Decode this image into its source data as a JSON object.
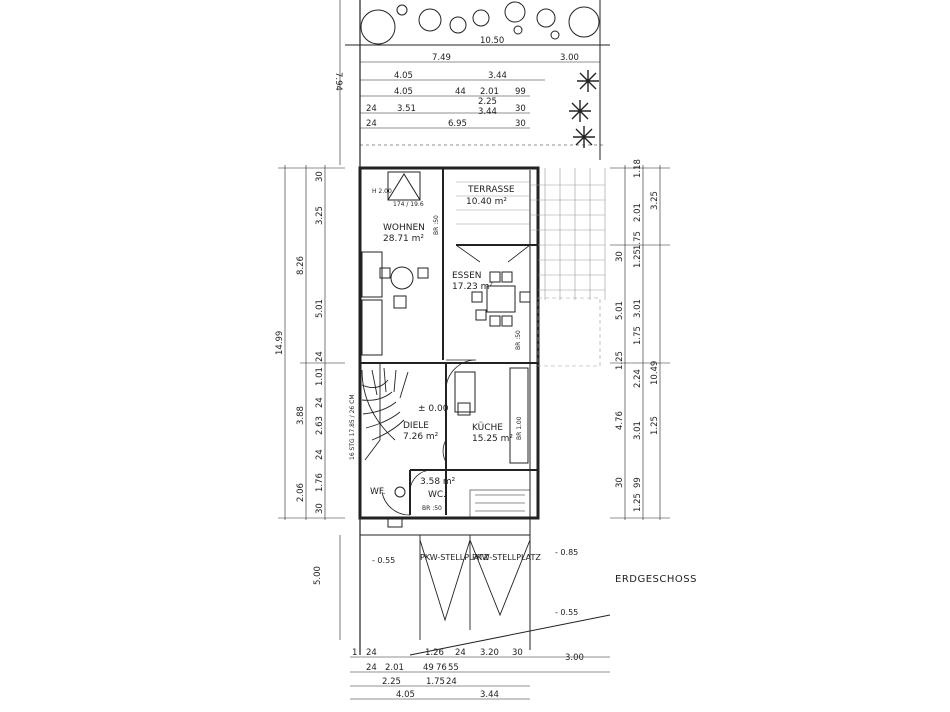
{
  "drawing": {
    "title": "ERDGESCHOSS",
    "floor_level": "± 0.00",
    "ink_color": "#222222"
  },
  "rooms": {
    "wohnen": {
      "name": "WOHNEN",
      "area": "28.71 m²"
    },
    "terrasse": {
      "name": "TERRASSE",
      "area": "10.40 m²"
    },
    "essen": {
      "name": "ESSEN",
      "area": "17.23 m²"
    },
    "diele": {
      "name": "DIELE",
      "area": "7.26 m²"
    },
    "kueche": {
      "name": "KÜCHE",
      "area": "15.25 m²"
    },
    "wc": {
      "name": "WC.",
      "area": "3.58 m²"
    },
    "wf": {
      "name": "WF."
    }
  },
  "parking": {
    "left": "PKW-STELLPLATZ",
    "right": "PKW-STELLPLATZ"
  },
  "levels": {
    "minus_055_left": "- 0.55",
    "minus_085": "- 0.85",
    "minus_055_right": "- 0.55"
  },
  "notes": {
    "window_wohnen": "H 2.00",
    "stair_note": "16 STG 17.85 / 26 CM",
    "br_wohnen": "BR :50",
    "br_essen": "BR :50",
    "br_kueche": "BR 1.00",
    "br_wc": "BR :50",
    "stair_box": "174 / 19.6"
  },
  "dims_top": {
    "overall": "10.50",
    "seg_a": "7.49",
    "seg_b": "3.00",
    "r1": [
      "4.05",
      "3.44"
    ],
    "r2": [
      "4.05",
      "44",
      "2.01",
      "99"
    ],
    "r2b": "2.25",
    "r3": [
      "24",
      "3.51",
      "3.44",
      "30"
    ],
    "r4": [
      "24",
      "6.95",
      "30"
    ],
    "side": "7.94"
  },
  "dims_left": {
    "total": "14.99",
    "seg_826": "8.26",
    "a": [
      "30",
      "3.25",
      "5.01",
      "24"
    ],
    "b": [
      "1.01",
      "24",
      "2.63",
      "24",
      "1.76",
      "30"
    ],
    "c": [
      "3.88",
      "2.06"
    ],
    "parking": "5.00"
  },
  "dims_right": {
    "a": [
      "1.18",
      "2.01",
      "1.75",
      "3.25",
      "1.25",
      "30"
    ],
    "b": [
      "5.01",
      "3.01",
      "1.75",
      "1.25",
      "10.49",
      "2.24"
    ],
    "c": [
      "4.76",
      "3.01",
      "1.25",
      "30",
      "99",
      "1.25"
    ]
  },
  "dims_bottom": {
    "r1": [
      "1",
      "24",
      "1.26",
      "24",
      "3.20",
      "30"
    ],
    "r2": [
      "24",
      "2.01",
      "49",
      "76",
      "55",
      "3.00"
    ],
    "r3": [
      "2.25",
      "1.75",
      "24"
    ],
    "r4": [
      "4.05",
      "3.44"
    ]
  }
}
